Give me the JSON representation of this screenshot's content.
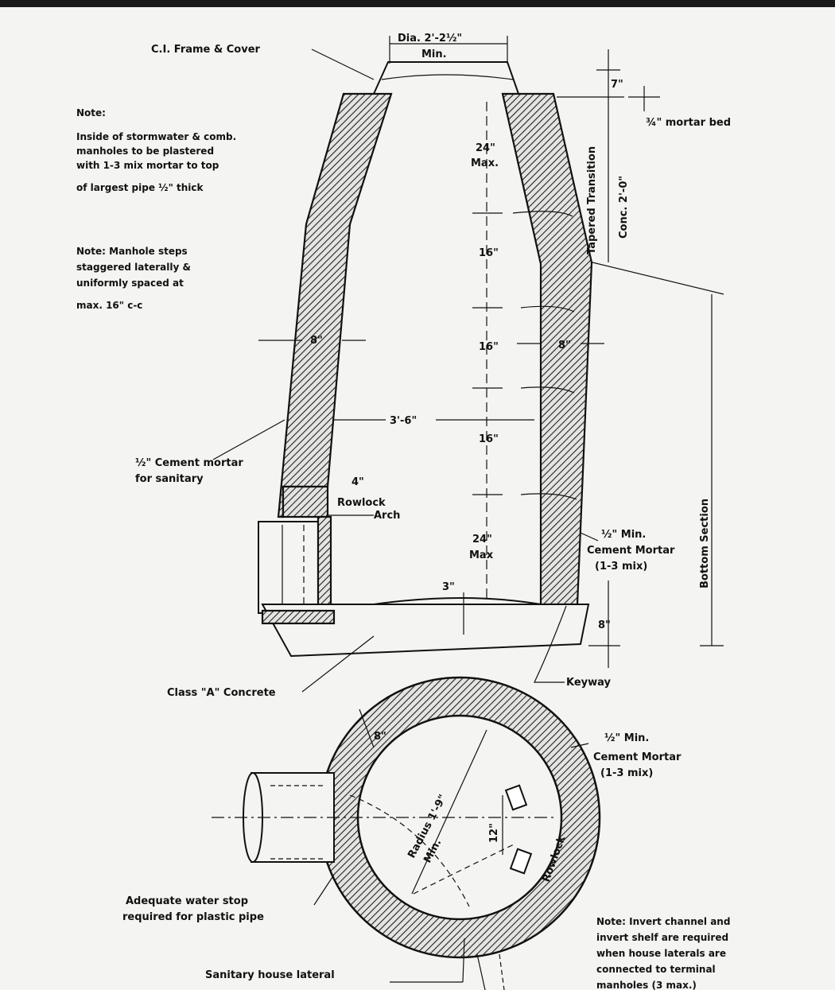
{
  "top_labels": {
    "dia": "Dia. 2'-2½\"",
    "dia_min": "Min.",
    "frame_cover": "C.I. Frame & Cover",
    "d_7": "7\"",
    "mortar_bed": "¾\" mortar bed",
    "d_24_top": "24\"",
    "max_top": "Max.",
    "tapered_transition": "Tapered Transition",
    "conc": "Conc. 2'-0\"",
    "d_16_a": "16\"",
    "d_16_b": "16\"",
    "d_16_c": "16\"",
    "wall_left": "8\"",
    "wall_right": "8\"",
    "inside_dia": "3'-6\"",
    "cement_mortar_sanitary_1": "½\" Cement mortar",
    "cement_mortar_sanitary_2": "for sanitary",
    "rowlock_4": "4\"",
    "rowlock_1": "Rowlock",
    "rowlock_2": "Arch",
    "d_24_bottom": "24\"",
    "max_bottom": "Max",
    "d_3": "3\"",
    "min_mortar_1": "½\" Min.",
    "min_mortar_2": "Cement Mortar",
    "min_mortar_3": "(1-3 mix)",
    "d_8_base": "8\"",
    "bottom_section": "Bottom Section",
    "class_a": "Class \"A\" Concrete",
    "keyway": "Keyway"
  },
  "notes": {
    "note1": [
      "Note:",
      "Inside of stormwater & comb.",
      "manholes to be plastered",
      "with 1-3 mix mortar to top",
      "of largest pipe ½\" thick"
    ],
    "note2": [
      "Note: Manhole steps",
      "staggered laterally &",
      "uniformly spaced at",
      "max. 16\" c-c"
    ],
    "note3": [
      "Note: Invert channel and",
      "invert shelf are required",
      "when house laterals are",
      "connected to terminal",
      "manholes (3 max.)"
    ]
  },
  "plan_labels": {
    "wall": "8\"",
    "mortar_1": "½\" Min.",
    "mortar_2": "Cement Mortar",
    "mortar_3": "(1-3 mix)",
    "radius": "Radius 1'-9\"",
    "min": "Min.",
    "d_12": "12\"",
    "rowlock": "Rowlock",
    "water_stop_1": "Adequate water stop",
    "water_stop_2": "required for plastic pipe",
    "sanitary_lateral": "Sanitary house lateral"
  }
}
